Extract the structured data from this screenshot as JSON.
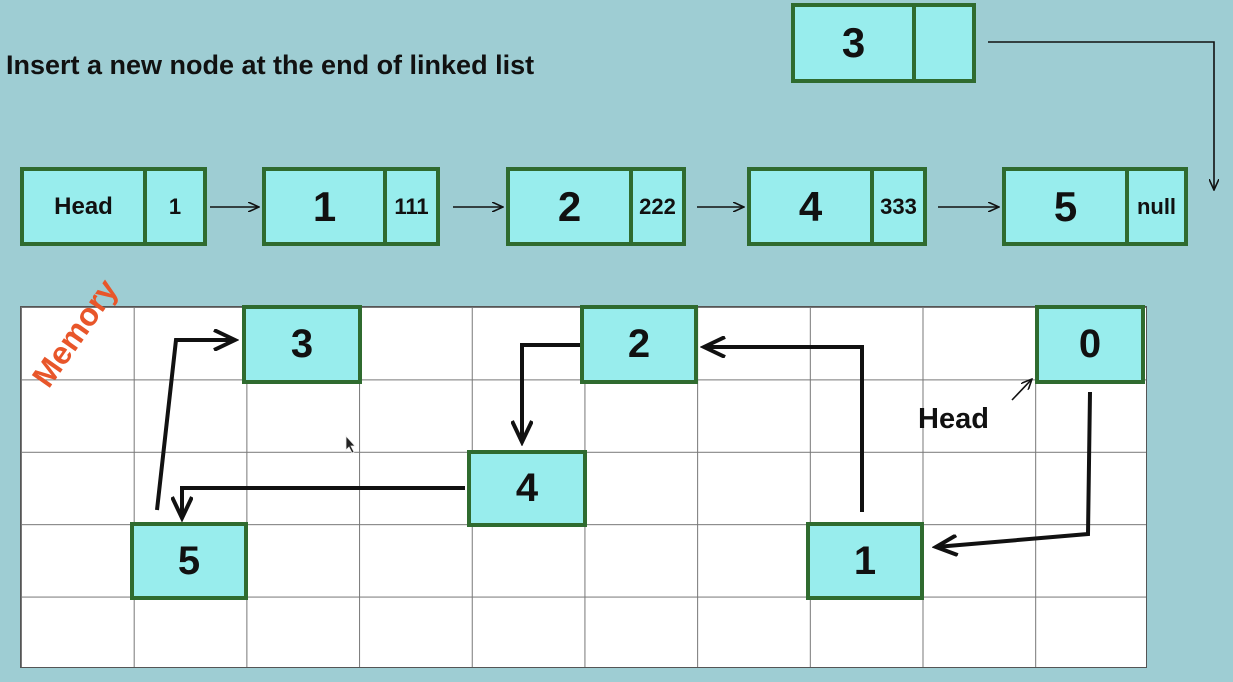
{
  "title": "Insert a new node at the end of linked list",
  "new_node": {
    "value": "3",
    "next": ""
  },
  "list": [
    {
      "value": "Head",
      "next": "1"
    },
    {
      "value": "1",
      "next": "111"
    },
    {
      "value": "2",
      "next": "222"
    },
    {
      "value": "4",
      "next": "333"
    },
    {
      "value": "5",
      "next": "null"
    }
  ],
  "memory": {
    "label": "Memory",
    "head_label": "Head",
    "boxes": [
      "3",
      "2",
      "0",
      "4",
      "5",
      "1"
    ]
  },
  "colors": {
    "background": "#9ecdd3",
    "node_fill": "#98eded",
    "node_border": "#2f6b2f",
    "memory_label": "#e8562a"
  }
}
